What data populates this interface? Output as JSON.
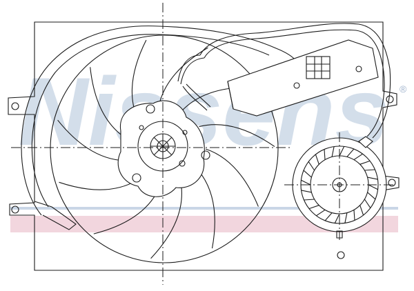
{
  "watermark": {
    "brand_text": "Nissens",
    "registered_mark": "®",
    "text_color": "#c9d6e6",
    "band_color": "#f2d6de"
  },
  "drawing": {
    "line_color": "#1a1a1a",
    "centerline_style": "dash-dot"
  },
  "parts": {
    "shroud": "radiator-fan-shroud",
    "main_fan": "large-fan-blades",
    "motor_hub": "main-fan-motor-hub",
    "secondary_fan": "small-auxiliary-fan",
    "resistor_module": "resistor-module",
    "connector": "connector-plug-icon",
    "wiring": "wiring-harness"
  }
}
